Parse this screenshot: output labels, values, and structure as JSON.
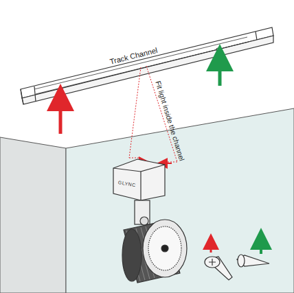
{
  "diagram": {
    "labels": [
      "Track Channel",
      "Fit light inside the channel",
      "GLYNC"
    ]
  }
}
